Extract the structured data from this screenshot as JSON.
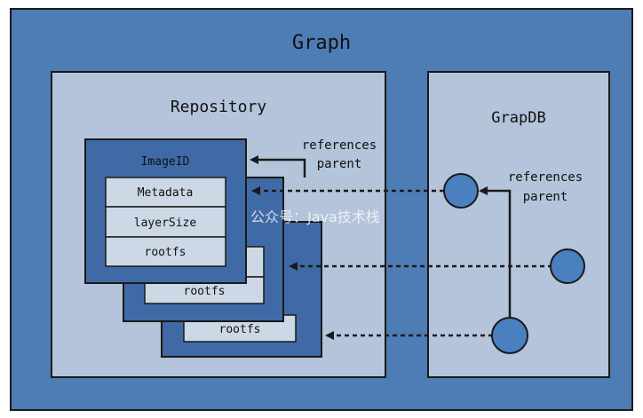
{
  "diagram": {
    "title": "Graph",
    "repository": {
      "title": "Repository",
      "front_card": {
        "header": "ImageID",
        "rows": [
          "Metadata",
          "layerSize",
          "rootfs"
        ]
      },
      "back_card_1_label": "rootfs",
      "back_card_2_label": "rootfs",
      "arrow_label_line1": "references",
      "arrow_label_line2": "parent"
    },
    "graphdb": {
      "title": "GrapDB",
      "arrow_label_line1": "references",
      "arrow_label_line2": "parent"
    },
    "watermark": "公众号：Java技术栈"
  },
  "colors": {
    "outer_fill": "#4e7cb5",
    "inner_fill": "#b4c4da",
    "card_fill": "#3f6aa6",
    "row_fill": "#cdd8e6",
    "circle_fill": "#4a7fc0",
    "stroke": "#1a1a1a"
  }
}
